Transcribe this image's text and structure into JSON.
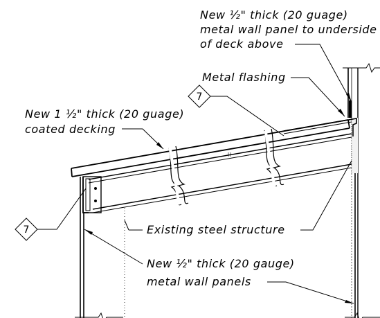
{
  "notes": {
    "wall_panel_top": {
      "line1": "New ½\" thick (20 guage)",
      "line2": "metal wall panel to underside",
      "line3": "of deck above"
    },
    "flashing": "Metal flashing",
    "decking": {
      "line1": "New 1 ½\" thick (20 guage)",
      "line2": "coated decking"
    },
    "structure": "Existing steel structure",
    "wall_panels_bottom": {
      "line1": "New ½\" thick (20 gauge)",
      "line2": "metal wall panels"
    }
  },
  "detail_tags": {
    "upper": "7",
    "lower": "7"
  },
  "colors": {
    "ink": "#000000",
    "background": "#ffffff",
    "hidden_line": "#888888"
  }
}
